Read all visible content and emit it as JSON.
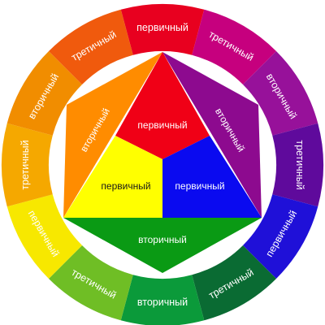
{
  "ring_segments": [
    {
      "label": "первичный",
      "color": "#e8001f"
    },
    {
      "label": "третичный",
      "color": "#c6007e"
    },
    {
      "label": "вторичный",
      "color": "#97119a"
    },
    {
      "label": "третичный",
      "color": "#5f0a9c"
    },
    {
      "label": "первичный",
      "color": "#1f10d8"
    },
    {
      "label": "третичный",
      "color": "#0a6b33"
    },
    {
      "label": "вторичный",
      "color": "#0b9a3a"
    },
    {
      "label": "третичный",
      "color": "#6fbe25"
    },
    {
      "label": "первичный",
      "color": "#f7e800"
    },
    {
      "label": "третичный",
      "color": "#f5a800"
    },
    {
      "label": "вторичный",
      "color": "#f18d00"
    },
    {
      "label": "третичный",
      "color": "#f05a0d"
    }
  ],
  "center": {
    "red": {
      "label": "первичный",
      "color": "#f00016"
    },
    "yellow": {
      "label": "первичный",
      "color": "#ffff00"
    },
    "blue": {
      "label": "первичный",
      "color": "#0a0af0"
    },
    "orange": {
      "label": "вторичный",
      "color": "#ff8c00"
    },
    "violet": {
      "label": "вторичный",
      "color": "#8d0a8f"
    },
    "green": {
      "label": "вторичный",
      "color": "#0a9a14"
    }
  }
}
